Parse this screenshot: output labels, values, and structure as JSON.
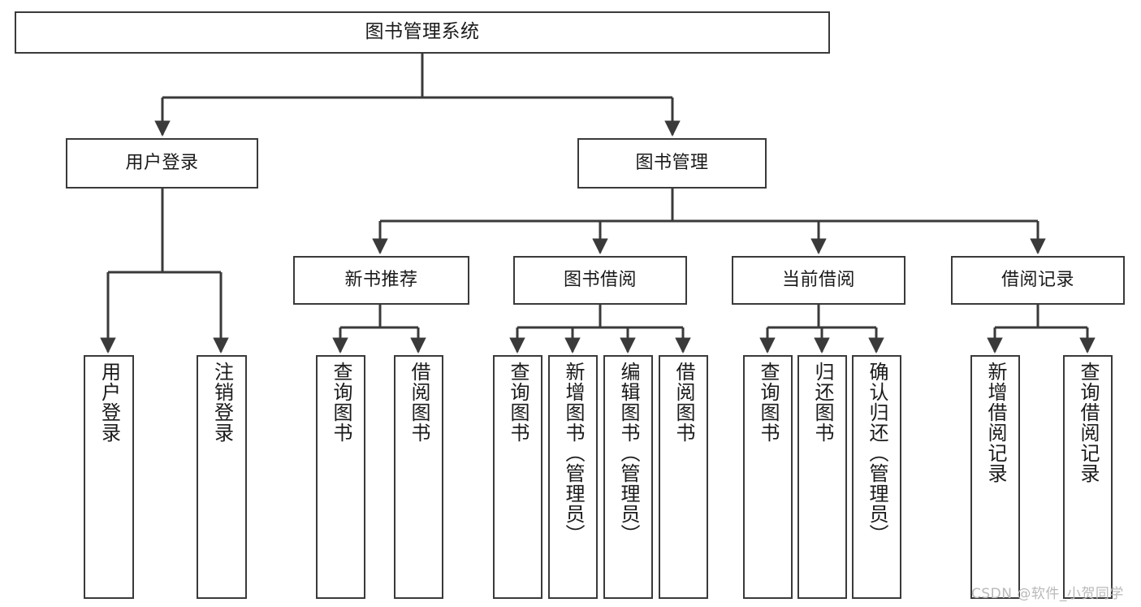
{
  "diagram": {
    "type": "tree",
    "title": "图书管理系统",
    "watermark": "CSDN @软件_小贺同学",
    "colors": {
      "stroke": "#3a3a3a",
      "fill": "#ffffff",
      "text": "#1a1a1a",
      "watermark": "#b9b9b9"
    },
    "levels": {
      "root": {
        "label": "图书管理系统"
      },
      "level2": [
        {
          "label": "用户登录"
        },
        {
          "label": "图书管理"
        }
      ],
      "level3": [
        {
          "label": "新书推荐"
        },
        {
          "label": "图书借阅"
        },
        {
          "label": "当前借阅"
        },
        {
          "label": "借阅记录"
        }
      ],
      "leaves": {
        "user_login": [
          {
            "label": "用户登录"
          },
          {
            "label": "注销登录"
          }
        ],
        "new_book": [
          {
            "label": "查询图书"
          },
          {
            "label": "借阅图书"
          }
        ],
        "book_borrow": [
          {
            "label": "查询图书"
          },
          {
            "label": "新增图书（管理员）"
          },
          {
            "label": "编辑图书（管理员）"
          },
          {
            "label": "借阅图书"
          }
        ],
        "current_borrow": [
          {
            "label": "查询图书"
          },
          {
            "label": "归还图书"
          },
          {
            "label": "确认归还（管理员）"
          }
        ],
        "borrow_record": [
          {
            "label": "新增借阅记录"
          },
          {
            "label": "查询借阅记录"
          }
        ]
      }
    }
  }
}
